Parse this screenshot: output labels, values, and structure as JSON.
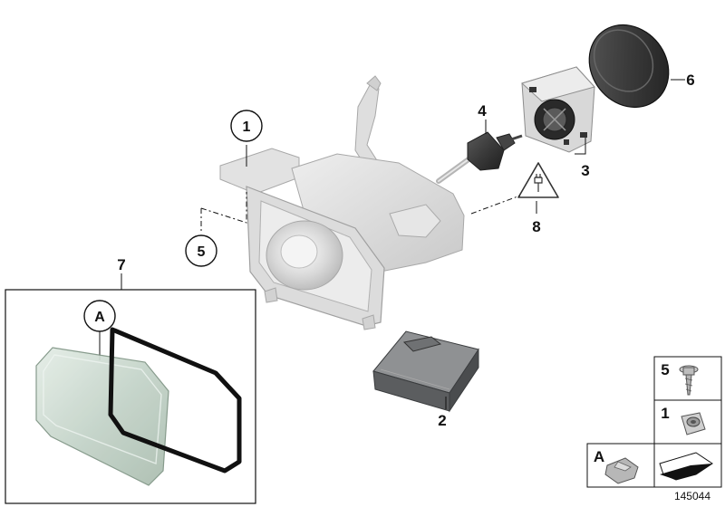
{
  "callouts": {
    "p1": "1",
    "p2": "2",
    "p3": "3",
    "p4": "4",
    "p5": "5",
    "p6": "6",
    "p7": "7",
    "p8": "8",
    "pA": "A"
  },
  "legend": {
    "row1_key": "5",
    "row2_key": "1",
    "row3_key": "A"
  },
  "catalog_number": "145044",
  "colors": {
    "part_gray": "#d6d6d6",
    "dark_gray": "#5e6062",
    "lens_green": "#c9d8cf",
    "line": "#111111"
  }
}
